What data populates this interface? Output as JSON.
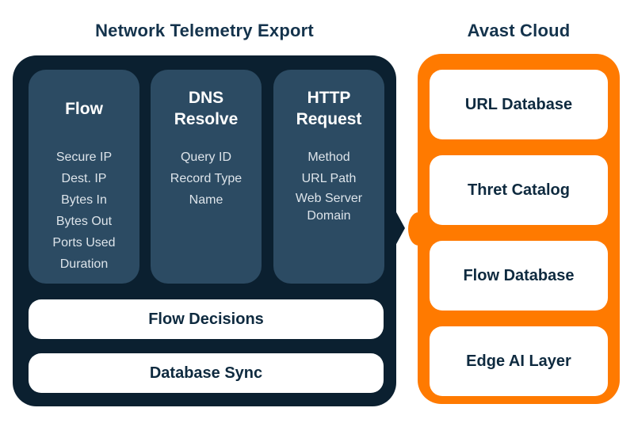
{
  "colors": {
    "page-bg": "#ffffff",
    "panel-dark": "#0b2030",
    "card-navy": "#2c4b63",
    "accent-orange": "#ff7a00",
    "heading-navy": "#14334c",
    "label-navy": "#0e2a3f",
    "item-text": "#dde4ea",
    "box-bg": "#ffffff"
  },
  "left": {
    "title": "Network Telemetry Export",
    "cards": [
      {
        "title": "Flow",
        "items": [
          "Secure IP",
          "Dest. IP",
          "Bytes In",
          "Bytes Out",
          "Ports Used",
          "Duration"
        ]
      },
      {
        "title": "DNS Resolve",
        "items": [
          "Query ID",
          "Record Type",
          "Name"
        ]
      },
      {
        "title": "HTTP Request",
        "items": [
          "Method",
          "URL Path",
          "Web Server Domain"
        ]
      }
    ],
    "bars": [
      {
        "label": "Flow Decisions"
      },
      {
        "label": "Database Sync"
      }
    ]
  },
  "right": {
    "title": "Avast Cloud",
    "boxes": [
      {
        "label": "URL Database"
      },
      {
        "label": "Thret Catalog"
      },
      {
        "label": "Flow Database"
      },
      {
        "label": "Edge AI Layer"
      }
    ]
  }
}
